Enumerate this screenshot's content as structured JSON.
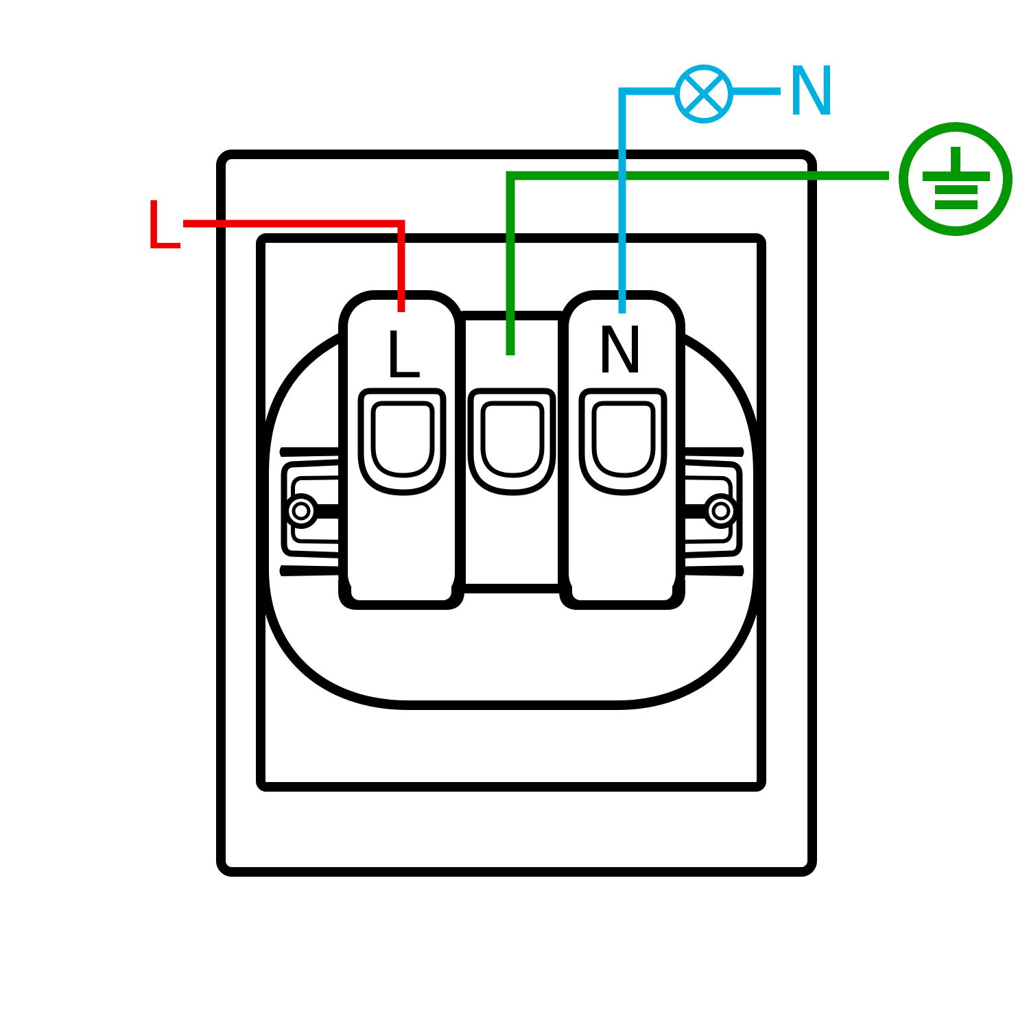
{
  "wire_labels": {
    "live": "L",
    "neutral": "N"
  },
  "terminal_labels": {
    "live": "L",
    "neutral": "N"
  },
  "colors": {
    "live": "#ef0000",
    "neutral": "#00b0e0",
    "earth": "#059805",
    "outline": "#000000",
    "background": "#ffffff"
  },
  "icons": {
    "lamp": "lamp-symbol-icon",
    "earth": "protective-earth-icon",
    "screws": "mounting-screw-icon"
  }
}
